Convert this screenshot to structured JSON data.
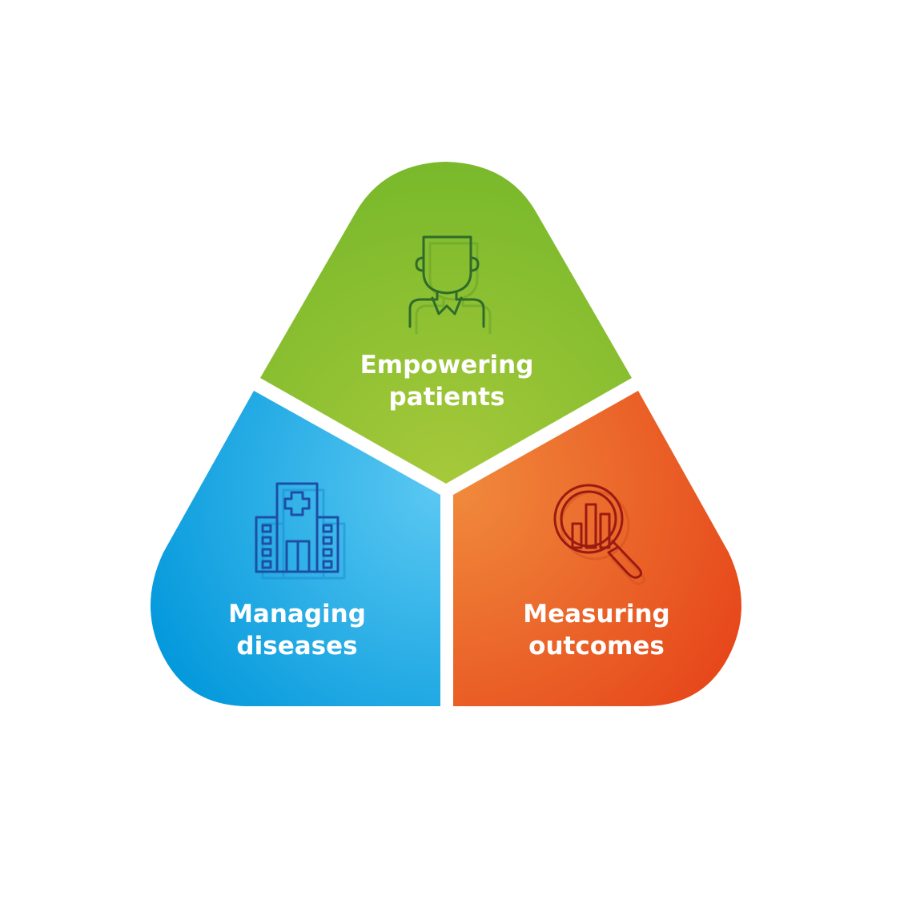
{
  "segments": [
    {
      "id": "empowering-patients",
      "label_lines": [
        "Empowering",
        "patients"
      ],
      "icon": "person-icon",
      "colors": {
        "light": "#a6c93a",
        "dark": "#76b82a",
        "icon": "#2f6b2b",
        "shadow": "#6aa12a"
      }
    },
    {
      "id": "managing-diseases",
      "label_lines": [
        "Managing",
        "diseases"
      ],
      "icon": "hospital-icon",
      "colors": {
        "light": "#5bc8f2",
        "dark": "#0097db",
        "icon": "#1d4fa5",
        "shadow": "#1a8fd2"
      }
    },
    {
      "id": "measuring-outcomes",
      "label_lines": [
        "Measuring",
        "outcomes"
      ],
      "icon": "magnifier-chart-icon",
      "colors": {
        "light": "#f08a3c",
        "dark": "#e64419",
        "icon": "#9b1a12",
        "shadow": "#d6521f"
      }
    }
  ]
}
